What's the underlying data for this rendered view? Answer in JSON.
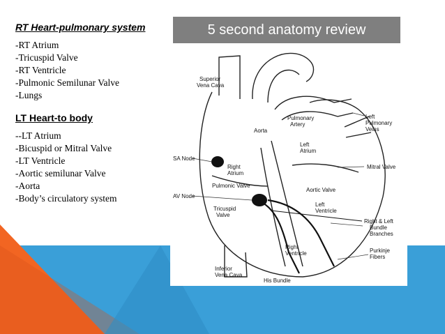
{
  "slide_title": "5 second anatomy review",
  "left_panel": {
    "rt_heading": "RT Heart-pulmonary system",
    "rt_items": [
      "-RT Atrium",
      "-Tricuspid Valve",
      "-RT Ventricle",
      "-Pulmonic Semilunar Valve",
      "-Lungs"
    ],
    "lt_heading": "LT Heart-to body",
    "lt_items": [
      "--LT Atrium",
      "-Bicuspid or Mitral Valve",
      "-LT Ventricle",
      "-Aortic semilunar Valve",
      "-Aorta",
      "-Body’s circulatory system"
    ]
  },
  "diagram_labels": {
    "superior_vena_cava": [
      "Superior",
      "Vena Cava"
    ],
    "pulmonary_artery": [
      "Pulmonary",
      "Artery"
    ],
    "aorta": "Aorta",
    "left_pulmonary_veins": [
      "Left",
      "Pulmonary",
      "Veins"
    ],
    "sa_node": "SA Node",
    "right_atrium": [
      "Right",
      "Atrium"
    ],
    "left_atrium": [
      "Left",
      "Atrium"
    ],
    "mitral_valve": "Mitral Valve",
    "pulmonic_valve": "Pulmonic Valve",
    "av_node": "AV Node",
    "aortic_valve": "Aortic Valve",
    "tricuspid_valve": [
      "Tricuspid",
      "Valve"
    ],
    "left_ventricle": [
      "Left",
      "Ventricle"
    ],
    "bundle_branches": [
      "Right & Left",
      "Bundle",
      "Branches"
    ],
    "right_ventricle": [
      "Right",
      "Ventricle"
    ],
    "purkinje_fibers": [
      "Purkinje",
      "Fibers"
    ],
    "inferior_vena_cava": [
      "Inferior",
      "Vena Cava"
    ],
    "his_bundle": "His Bundle"
  },
  "colors": {
    "band_blue": "#3a9fd8",
    "corner_orange": "#f26522",
    "title_gray": "#7f7f7f"
  }
}
